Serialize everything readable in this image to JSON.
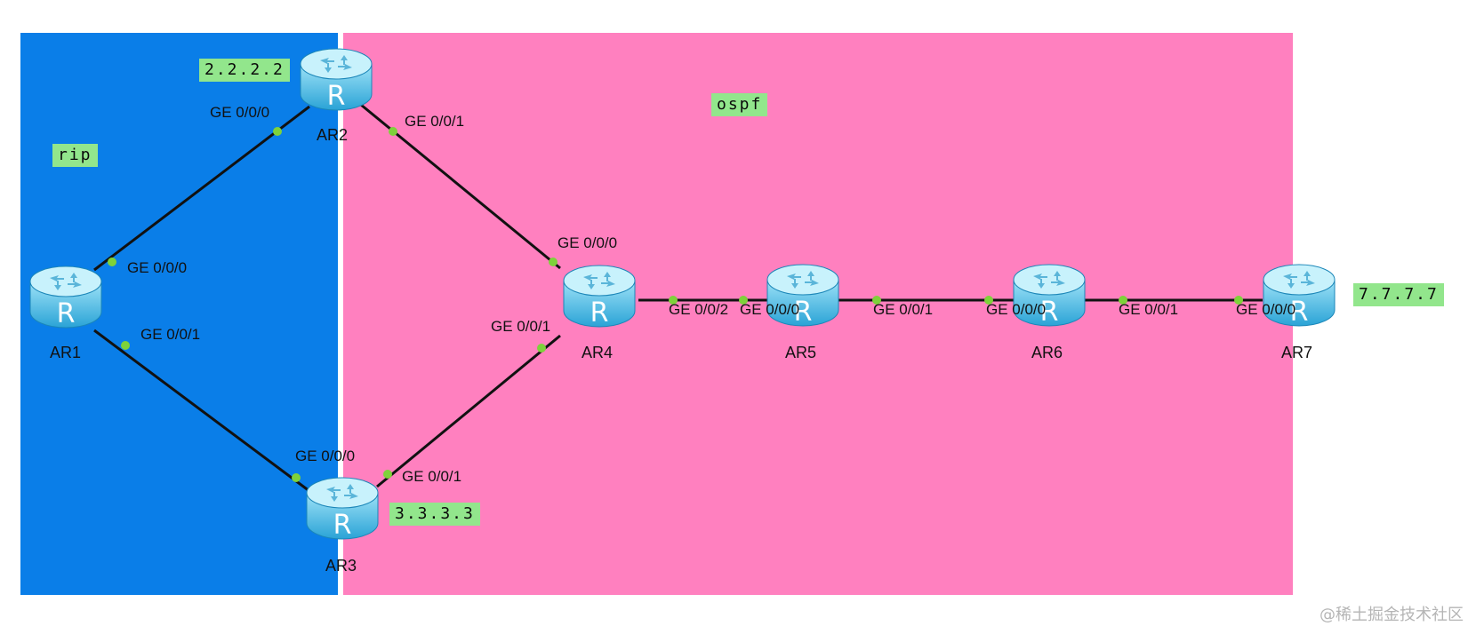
{
  "zones": {
    "rip_label": "rip",
    "ospf_label": "ospf"
  },
  "routers": {
    "ar1": "AR1",
    "ar2": "AR2",
    "ar3": "AR3",
    "ar4": "AR4",
    "ar5": "AR5",
    "ar6": "AR6",
    "ar7": "AR7"
  },
  "loopbacks": {
    "ar2": "2.2.2.2",
    "ar3": "3.3.3.3",
    "ar7": "7.7.7.7"
  },
  "ports": {
    "ar2_ge000": "GE 0/0/0",
    "ar2_ge001": "GE 0/0/1",
    "ar1_ge000": "GE 0/0/0",
    "ar1_ge001": "GE 0/0/1",
    "ar4_ge000": "GE 0/0/0",
    "ar4_ge001": "GE 0/0/1",
    "ar3_ge000": "GE 0/0/0",
    "ar3_ge001": "GE 0/0/1",
    "ar4_ge002": "GE 0/0/2",
    "ar5_ge000": "GE 0/0/0",
    "ar5_ge001": "GE 0/0/1",
    "ar6_ge000": "GE 0/0/0",
    "ar6_ge001": "GE 0/0/1",
    "ar7_ge000": "GE 0/0/0"
  },
  "colors": {
    "rip_zone": "#0a7ee8",
    "ospf_zone": "#ff80bf",
    "tag_bg": "#92e68c",
    "port_dot": "#7ed23a"
  },
  "icons": {
    "router": "router-icon"
  },
  "watermark": "@稀土掘金技术社区"
}
